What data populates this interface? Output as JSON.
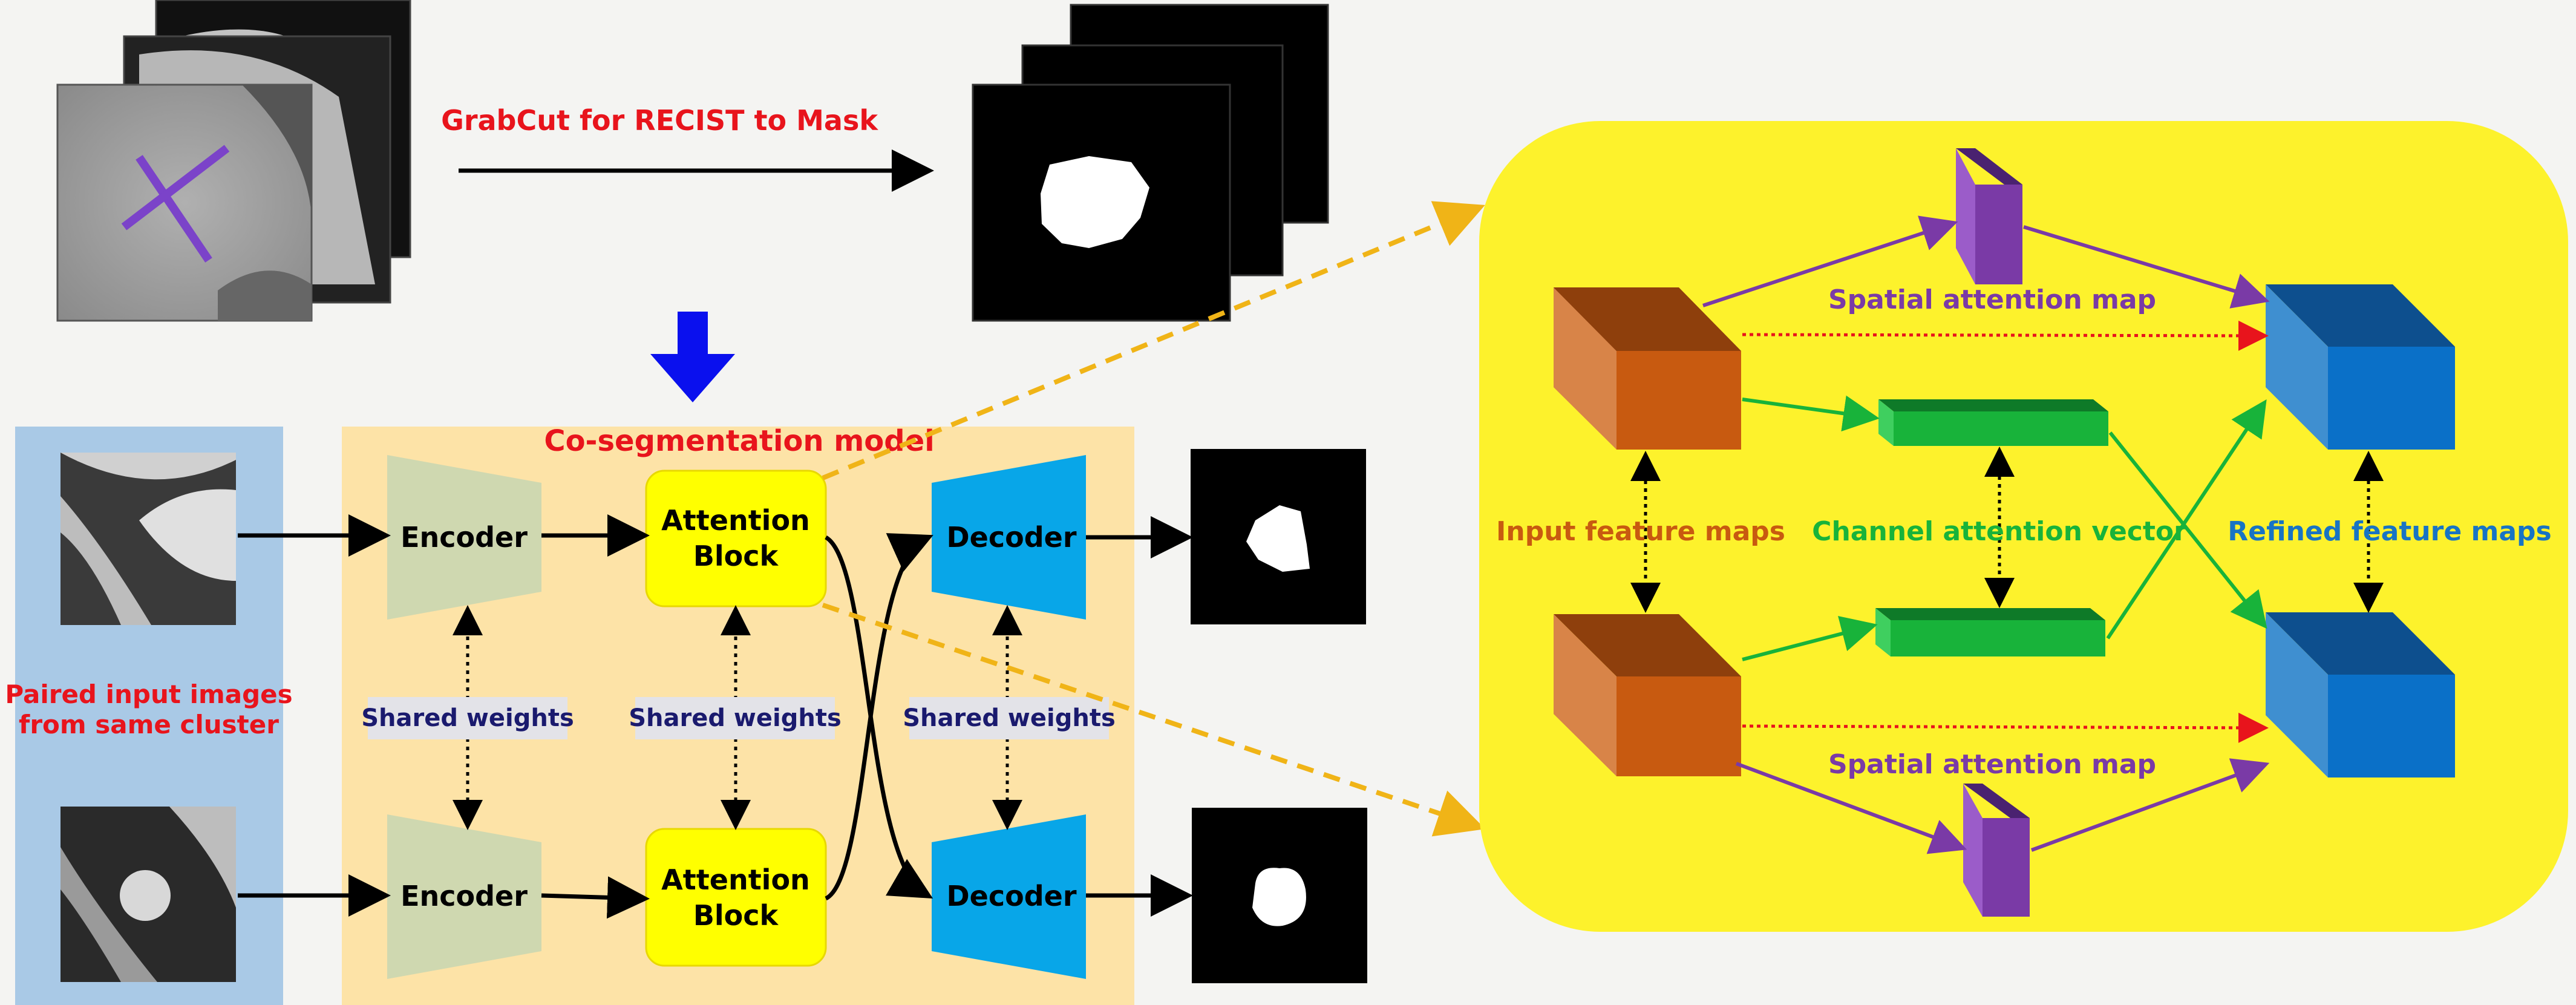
{
  "top": {
    "grabcut_label": "GrabCut for RECIST to Mask"
  },
  "model": {
    "title": "Co-segmentation model",
    "encoder_label": "Encoder",
    "attention_line1": "Attention",
    "attention_line2": "Block",
    "decoder_label": "Decoder",
    "shared_weights_label": "Shared weights"
  },
  "input": {
    "caption_line1": "Paired input images",
    "caption_line2": "from same cluster"
  },
  "attention_detail": {
    "spatial_map_label": "Spatial attention map",
    "input_maps_label": "Input feature maps",
    "channel_vector_label": "Channel attention vector",
    "refined_maps_label": "Refined feature maps"
  },
  "colors": {
    "title_red": "#e8141c",
    "encoder_fill": "#cfd8b0",
    "attention_fill": "#ffff00",
    "decoder_fill": "#08a6e8",
    "input_panel": "#a9c9e6",
    "model_panel": "#fde3a7",
    "detail_panel": "#fdf22c",
    "spatial_purple": "#7a3aa6",
    "channel_green": "#18b33a",
    "input_orange": "#c85a10",
    "refined_blue": "#1874c4",
    "dashed_orange": "#f0b417"
  }
}
